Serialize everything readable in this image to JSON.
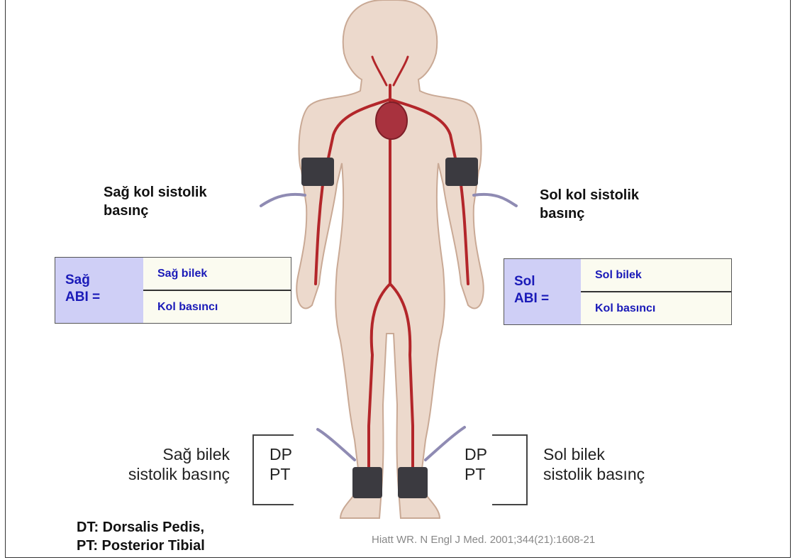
{
  "right_arm": {
    "line1": "Sağ kol sistolik",
    "line2": "basınç"
  },
  "left_arm": {
    "line1": "Sol kol sistolik",
    "line2": "basınç"
  },
  "right_abi": {
    "label_line1": "Sağ",
    "label_line2": "ABI =",
    "numerator": "Sağ bilek",
    "denominator": "Kol basıncı"
  },
  "left_abi": {
    "label_line1": "Sol",
    "label_line2": "ABI =",
    "numerator": "Sol bilek",
    "denominator": "Kol basıncı"
  },
  "right_ankle": {
    "line1": "Sağ bilek",
    "line2": "sistolik basınç",
    "dp": "DP",
    "pt": "PT"
  },
  "left_ankle": {
    "line1": "Sol bilek",
    "line2": "sistolik basınç",
    "dp": "DP",
    "pt": "PT"
  },
  "legend": {
    "line1": "DT: Dorsalis Pedis,",
    "line2": "PT: Posterior Tibial"
  },
  "citation": "Hiatt WR. N Engl J Med. 2001;344(21):1608-21",
  "colors": {
    "skin": "#ecd9cc",
    "skin_outline": "#c9a995",
    "artery": "#b3262a",
    "heart": "#a8323e",
    "cuff": "#3b3a40",
    "tube": "#8f8bb3",
    "abi_label_bg": "#cfcff6",
    "abi_text": "#1a1ab8",
    "abi_box_bg": "#fbfbf0"
  }
}
